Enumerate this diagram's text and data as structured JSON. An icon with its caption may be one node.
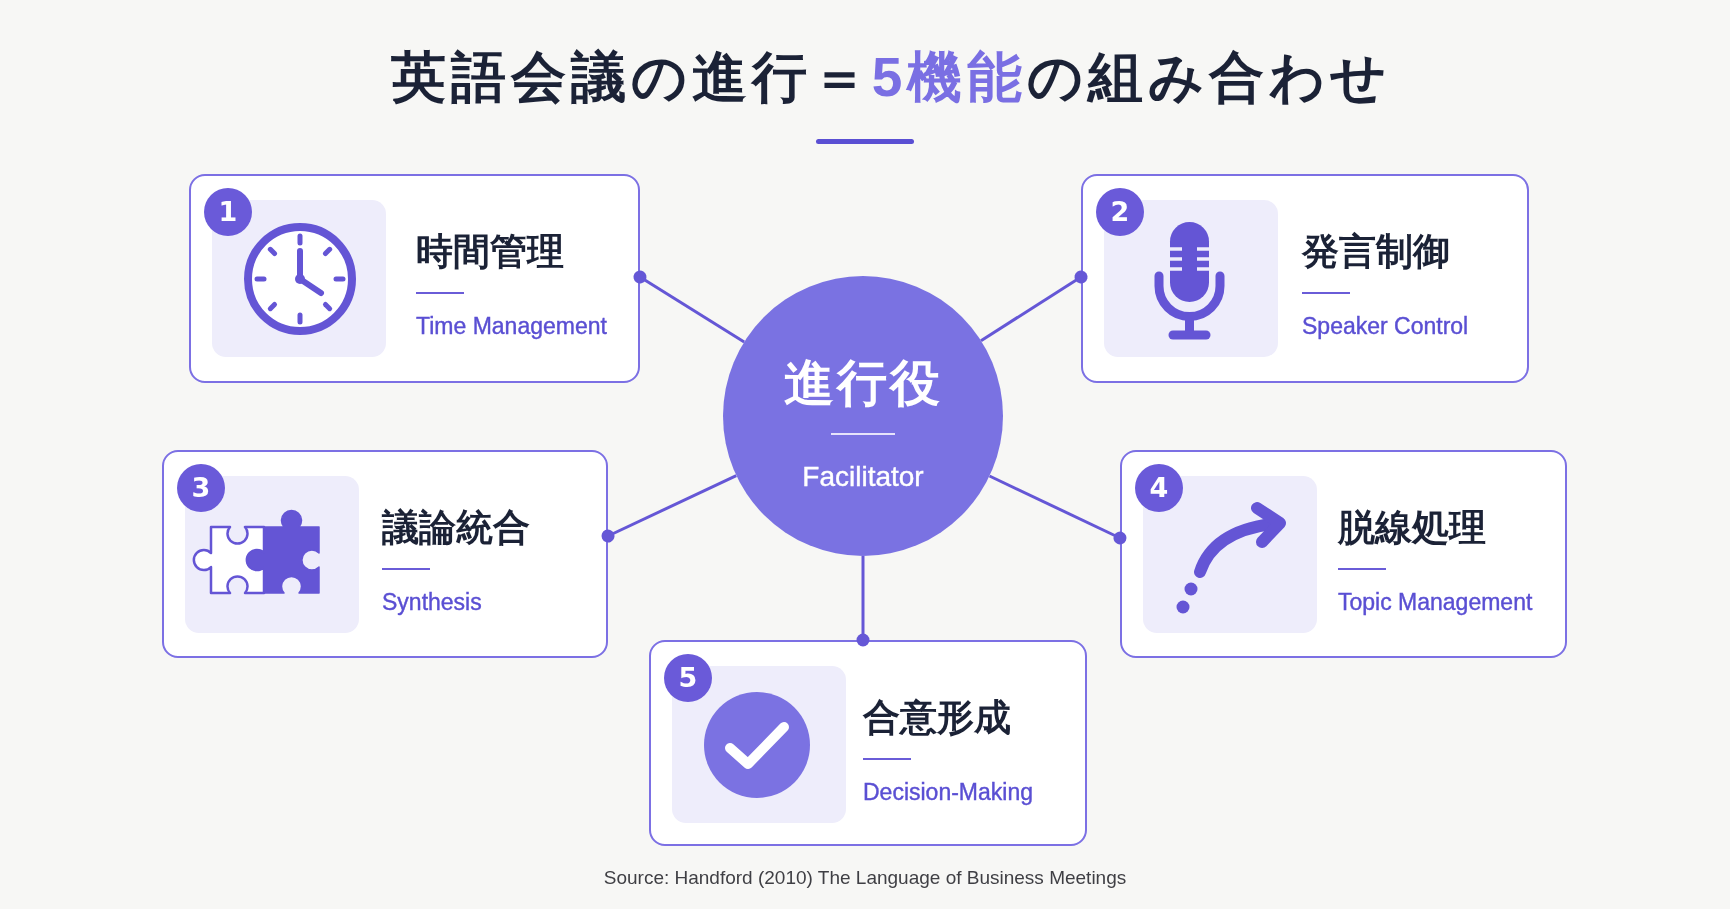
{
  "diagram": {
    "title": "英語会議の進行＝**5機能**の組み合わせ",
    "nodes": [
      {
        "text": [
          "時間管理",
          "Time Management"
        ]
      },
      {
        "text": [
          "1"
        ],
        "in": 0
      },
      {
        "text": [
          "発言制御",
          "Speaker Control"
        ]
      },
      {
        "text": [
          "2"
        ],
        "in": 2
      },
      {
        "text": [
          "進行役",
          "Facilitator"
        ]
      },
      {
        "text": [
          "議論統合",
          "Synthesis"
        ]
      },
      {
        "text": [
          "3"
        ],
        "in": 5
      },
      {
        "text": [
          "脱線処理",
          "Topic Management"
        ]
      },
      {
        "text": [
          "4"
        ],
        "in": 7
      },
      {
        "text": [
          "合意形成",
          "Decision-Making"
        ]
      },
      {
        "text": [
          "5"
        ],
        "in": 9
      }
    ],
    "edges": [
      {
        "from": 4,
        "to": 0,
        "arrow": "other"
      },
      {
        "from": 4,
        "to": 2,
        "arrow": "other"
      },
      {
        "from": 4,
        "to": 5,
        "arrow": "other"
      },
      {
        "from": 4,
        "to": 7,
        "arrow": "other"
      },
      {
        "from": 4,
        "to": 9,
        "arrow": "other"
      }
    ],
    "caption": "Source: Handford (2010) The Language of Business Meetings"
  }
}
